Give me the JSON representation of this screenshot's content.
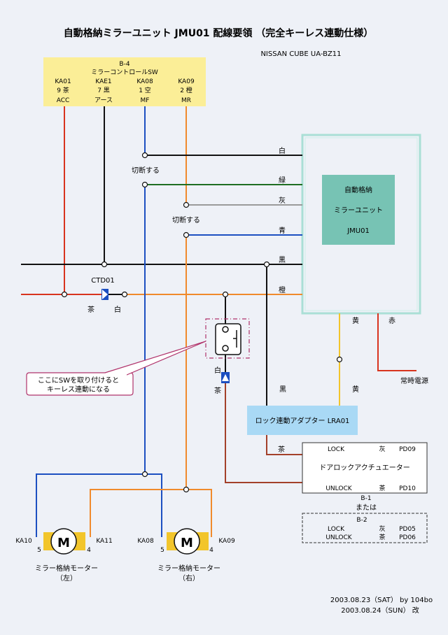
{
  "title": "自動格納ミラーユニット JMU01 配線要領 （完全キーレス連動仕様）",
  "subtitle": "NISSAN CUBE UA-BZ11",
  "connector_b4": {
    "name": "B-4",
    "label": "ミラーコントロールSW",
    "pins": [
      {
        "code": "KA01",
        "pin": "9 茶",
        "func": "ACC"
      },
      {
        "code": "KAE1",
        "pin": "7 黒",
        "func": "アース"
      },
      {
        "code": "KA08",
        "pin": "1 空",
        "func": "MF"
      },
      {
        "code": "KA09",
        "pin": "2 橙",
        "func": "MR"
      }
    ]
  },
  "cut_labels": [
    "切断する",
    "切断する"
  ],
  "wire_colors": [
    "白",
    "緑",
    "灰",
    "青",
    "黒",
    "橙"
  ],
  "ctd": {
    "name": "CTD01",
    "left": "茶",
    "right": "白"
  },
  "unit": {
    "line1": "自動格納",
    "line2": "ミラーユニット",
    "line3": "JMU01"
  },
  "unit_out": {
    "yellow": "黄",
    "red": "赤"
  },
  "constant_power": "常時電源",
  "callout": {
    "line1": "ここにSWを取り付けると",
    "line2": "キーレス連動になる"
  },
  "diode2": {
    "top": "白",
    "bottom": "茶"
  },
  "adapter_wires": {
    "black": "黒",
    "yellow": "黄",
    "brown": "茶"
  },
  "adapter": "ロック連動アダプター LRA01",
  "actuator": {
    "lock": "LOCK",
    "lock_color": "灰",
    "lock_pin": "PD09",
    "title": "ドアロックアクチュエーター",
    "unlock": "UNLOCK",
    "unlock_color": "茶",
    "unlock_pin": "PD10"
  },
  "alt": {
    "b1": "B-1",
    "or": "または",
    "b2": "B-2",
    "lock": "LOCK",
    "lock_color": "灰",
    "lock_pin": "PD05",
    "unlock": "UNLOCK",
    "unlock_color": "茶",
    "unlock_pin": "PD06"
  },
  "motor_left": {
    "symbol": "M",
    "code_l": "KA10",
    "code_r": "KA11",
    "pin_l": "5",
    "pin_r": "4",
    "label": "ミラー格納モーター",
    "side": "（左）"
  },
  "motor_right": {
    "symbol": "M",
    "code_l": "KA08",
    "code_r": "KA09",
    "pin_l": "5",
    "pin_r": "4",
    "label": "ミラー格納モーター",
    "side": "（右）"
  },
  "footer": {
    "line1": "2003.08.23（SAT） by 104bo",
    "line2": "2003.08.24（SUN） 改"
  },
  "colors": {
    "background": "#eef1f7",
    "connector_fill": "#fbee97",
    "unit_fill": "#77c3b4",
    "unit_frame": "#aadfd6",
    "adapter_fill": "#a9d9f5",
    "red": "#d8341e",
    "blue": "#1c4fc1",
    "orange": "#f08a2c",
    "green": "#1f6e22",
    "gray": "#9a9a9a",
    "yellow": "#f2c52b",
    "brown": "#a3402a",
    "magenta": "#b0336b"
  }
}
